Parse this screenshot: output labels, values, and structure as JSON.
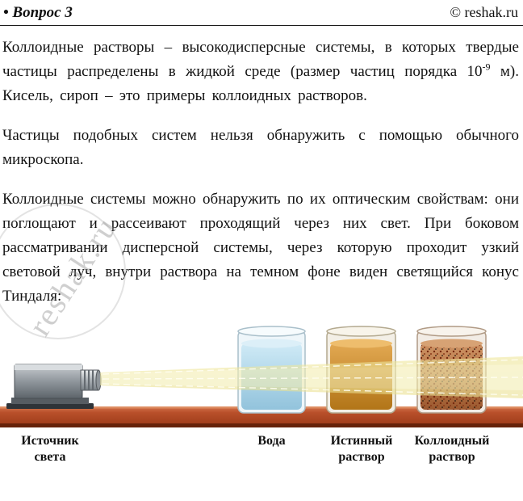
{
  "header": {
    "title": "• Вопрос 3",
    "copyright": "© reshak.ru"
  },
  "content": {
    "p1_start": "Коллоидные растворы – высокодисперсные системы, в которых твердые частицы распределены в жидкой среде (размер частиц порядка 10",
    "p1_sup": "-9",
    "p1_end": " м). Кисель, сироп – это примеры коллоидных растворов.",
    "p2": "Частицы подобных систем нельзя обнаружить с помощью обычного микроскопа.",
    "p3": "Коллоидные системы можно обнаружить по их оптическим свойствам: они поглощают и рассеивают проходящий через них свет. При боковом рассматривании дисперсной системы, через которую проходит узкий световой луч, внутри раствора на темном фоне виден светящийся конус Тиндаля:"
  },
  "diagram": {
    "labels": {
      "light_source": "Источник\nсвета",
      "water": "Вода",
      "true_solution": "Истинный\nраствор",
      "colloid_solution": "Коллоидный\nраствор"
    },
    "colors": {
      "table": "#b04b26",
      "beam": "#f2eaa4",
      "water": "#b7ddef",
      "true_solution": "#d4943a",
      "colloid_solution": "#b5714b"
    }
  },
  "watermark": "reshak.ru"
}
